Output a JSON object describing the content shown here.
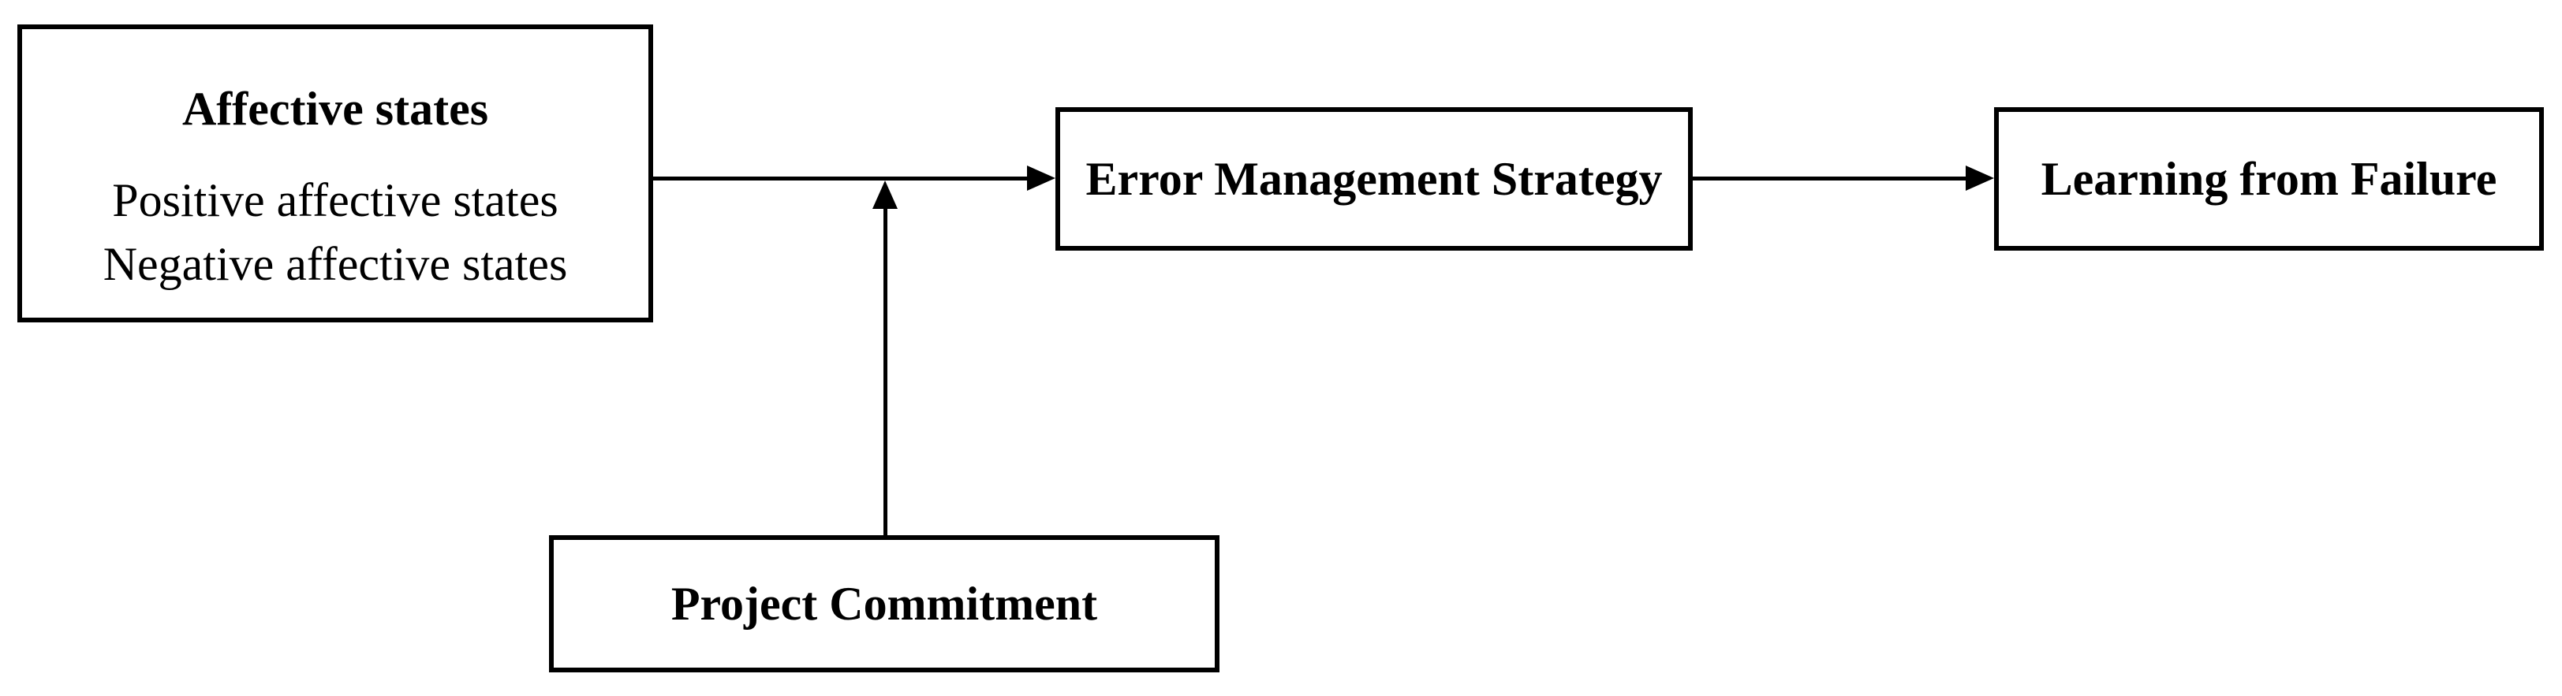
{
  "figure": {
    "type": "conceptual-model-diagram",
    "colors": {
      "background": "#ffffff",
      "ink": "#000000"
    },
    "nodes": {
      "affective_states": {
        "title": "Affective states",
        "items": [
          "Positive affective states",
          "Negative affective states"
        ]
      },
      "error_management_strategy": {
        "label": "Error Management Strategy"
      },
      "learning_from_failure": {
        "label": "Learning from Failure"
      },
      "project_commitment": {
        "label": "Project Commitment"
      }
    },
    "edges": [
      {
        "id": "affective-to-ems",
        "from": "affective_states",
        "to": "error_management_strategy",
        "kind": "direct-arrow"
      },
      {
        "id": "ems-to-lff",
        "from": "error_management_strategy",
        "to": "learning_from_failure",
        "kind": "direct-arrow"
      },
      {
        "id": "pc-moderates-affective-to-ems",
        "from": "project_commitment",
        "to": "affective-to-ems",
        "kind": "moderation-arrow-up"
      }
    ]
  }
}
